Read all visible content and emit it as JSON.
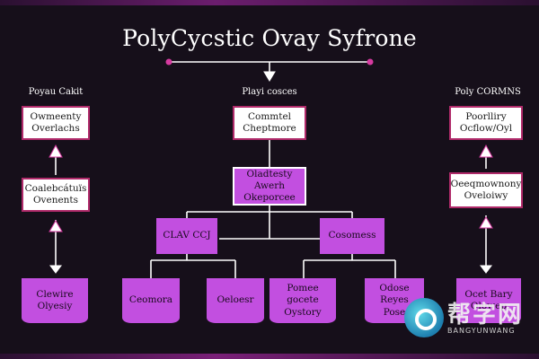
{
  "title": "PolyCycstic Ovay Syfrone",
  "columns": {
    "left_header": "Poyau Cakit",
    "center_header": "Playi cosces",
    "right_header": "Poly CORMNS"
  },
  "left": {
    "top_box": "Owmeenty\nOverlachs",
    "mid_box": "Coalebcátuïs\nOvenents",
    "bottom_box": "Clewire\nOlyesiy"
  },
  "center": {
    "top_box": "Commtel\nCheptmore",
    "hub_box": "Oladtesty\nAwerh\nOkeporcee",
    "left_branch": "CLAV CCJ",
    "right_branch": "Cosomess",
    "leaf_1": "Ceomora",
    "leaf_2": "Oeloesr",
    "leaf_3": "Pomee gocete\nOystory",
    "leaf_4": "Odose Reyes\nPose"
  },
  "right": {
    "top_box": "Poorlliry\nOcflow/Oyl",
    "mid_box": "Oeeqmownony\nOveloiwy",
    "bottom_box": "Ocet Bary\nOlowep"
  },
  "watermark": {
    "text": "帮字网",
    "sub": "BANGYUNWANG"
  }
}
